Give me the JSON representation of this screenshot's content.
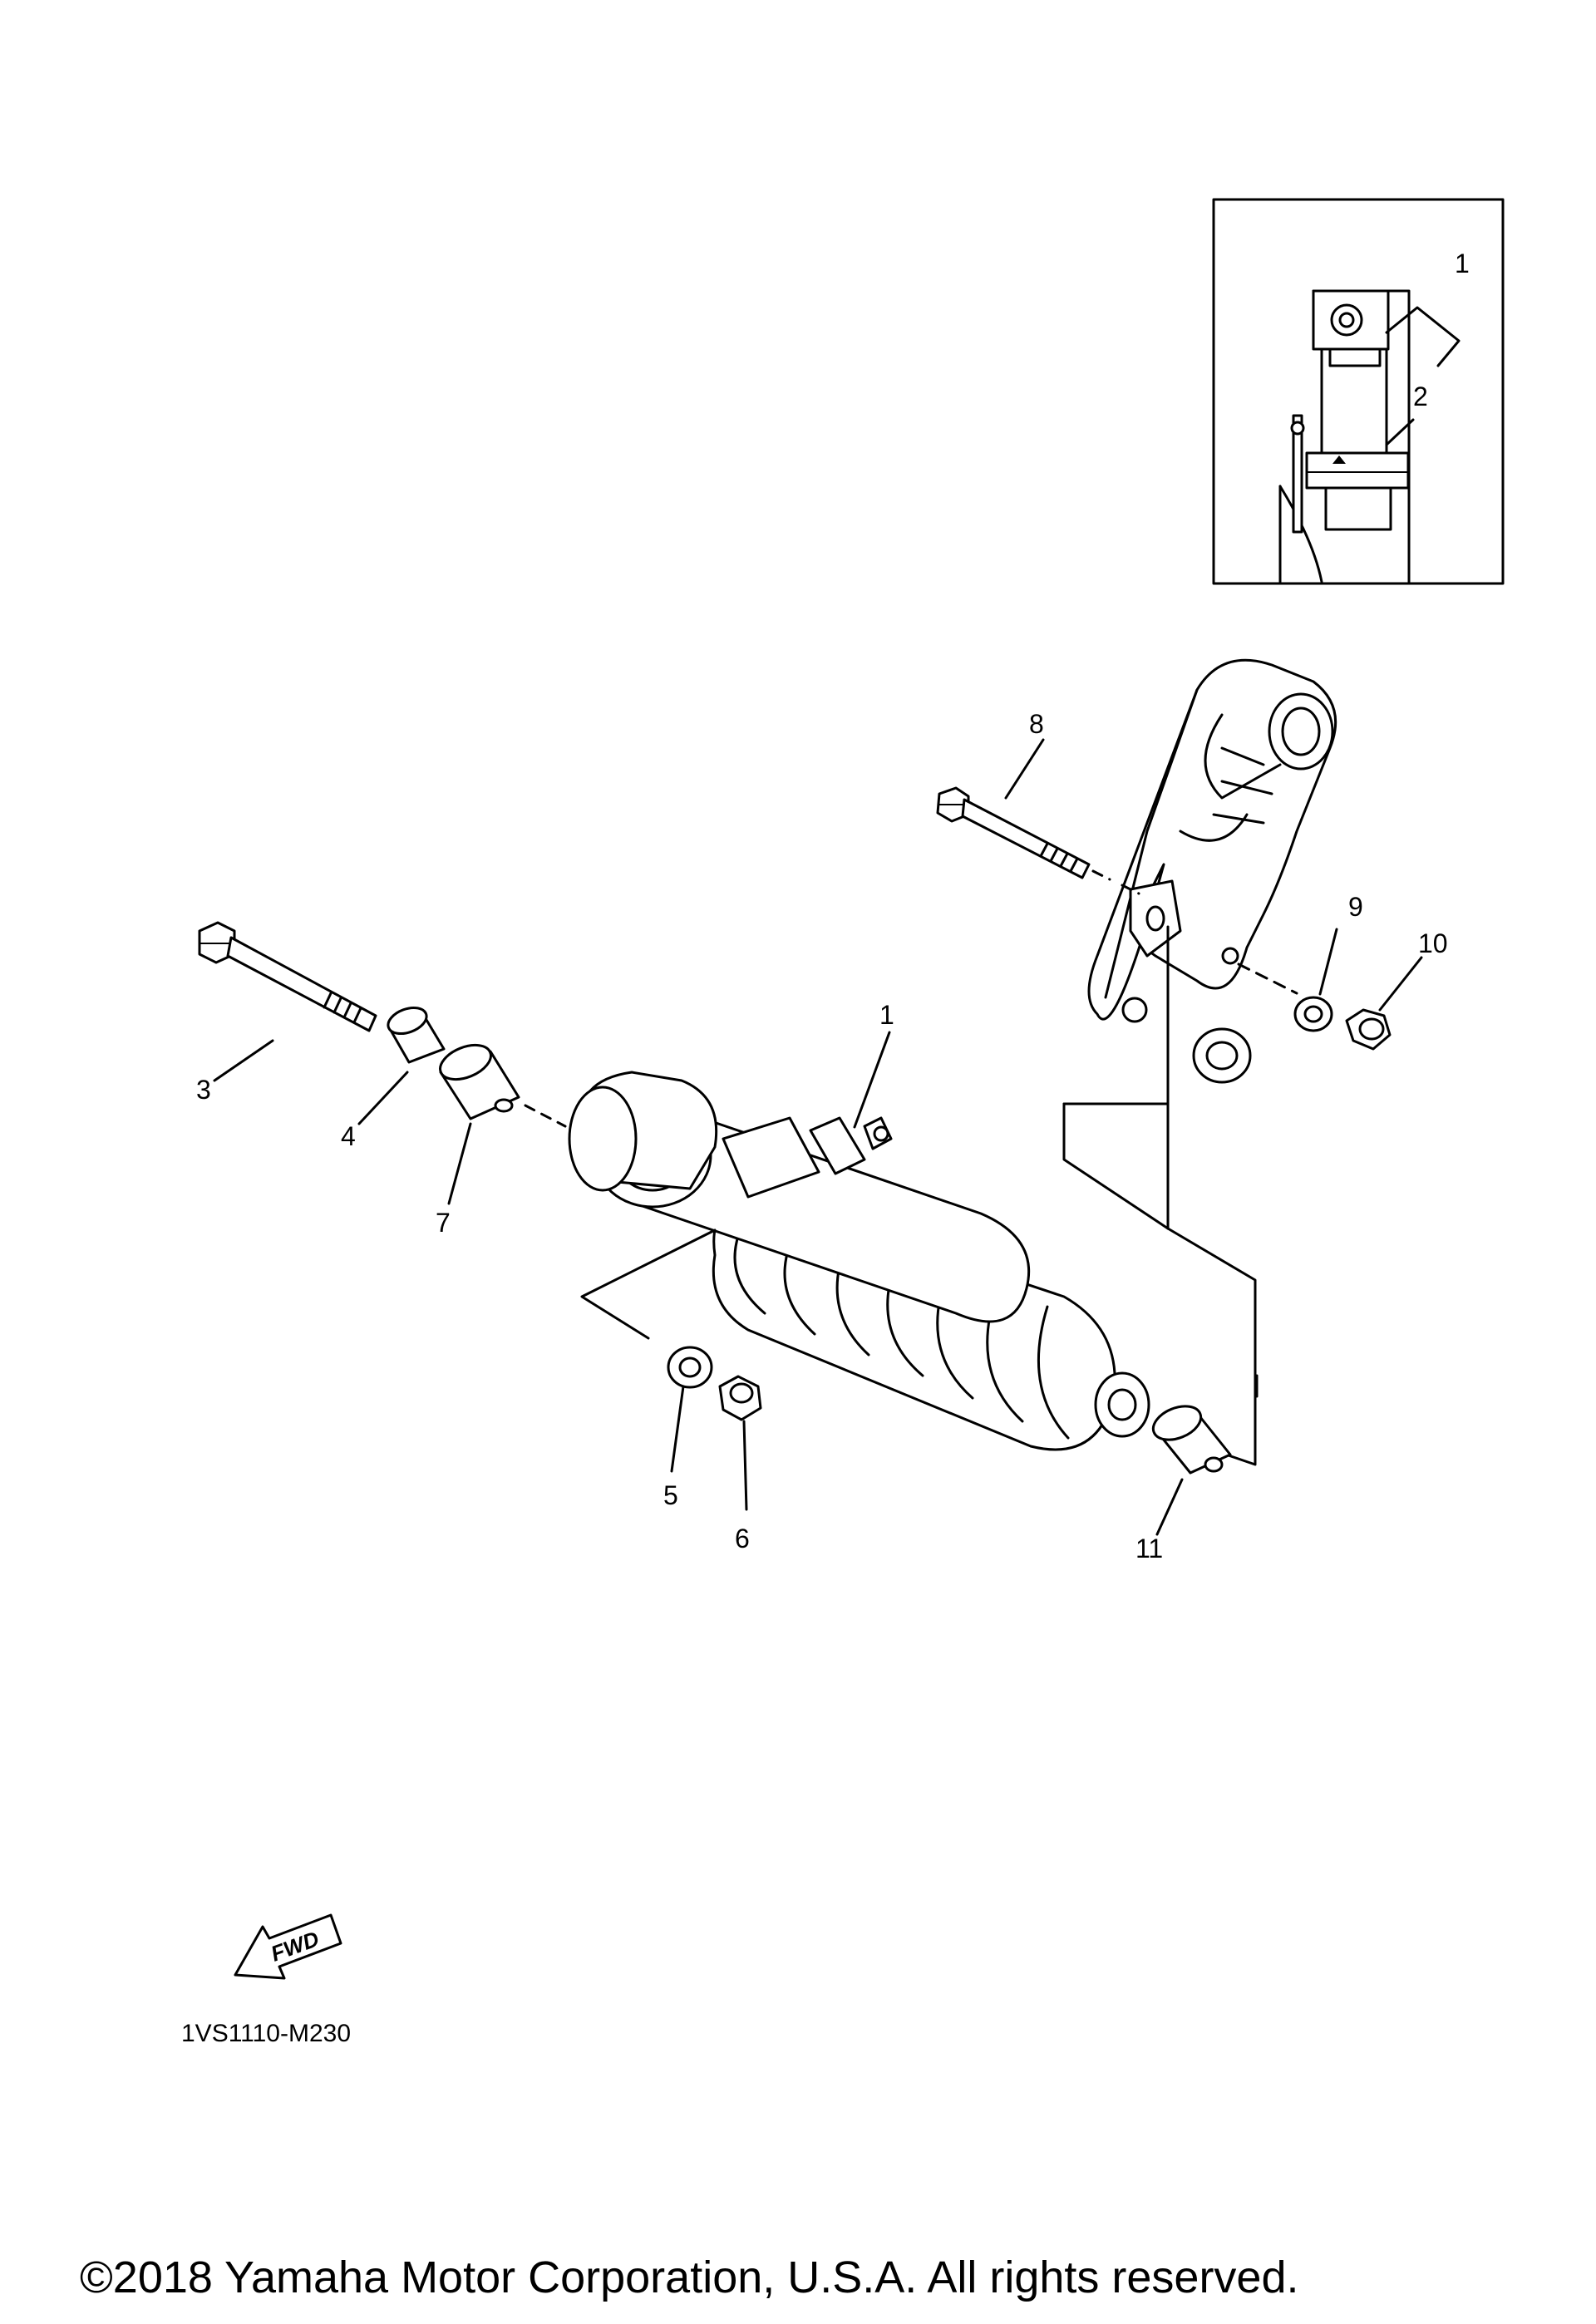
{
  "diagram": {
    "callouts": {
      "c1": "1",
      "c3": "3",
      "c4": "4",
      "c5": "5",
      "c6": "6",
      "c7": "7",
      "c8": "8",
      "c9": "9",
      "c10": "10",
      "c11": "11"
    },
    "inset": {
      "c1": "1",
      "c2": "2"
    },
    "fwd_label": "FWD",
    "diagram_code": "1VS1110-M230",
    "copyright": "©2018 Yamaha Motor Corporation, U.S.A. All rights reserved."
  }
}
